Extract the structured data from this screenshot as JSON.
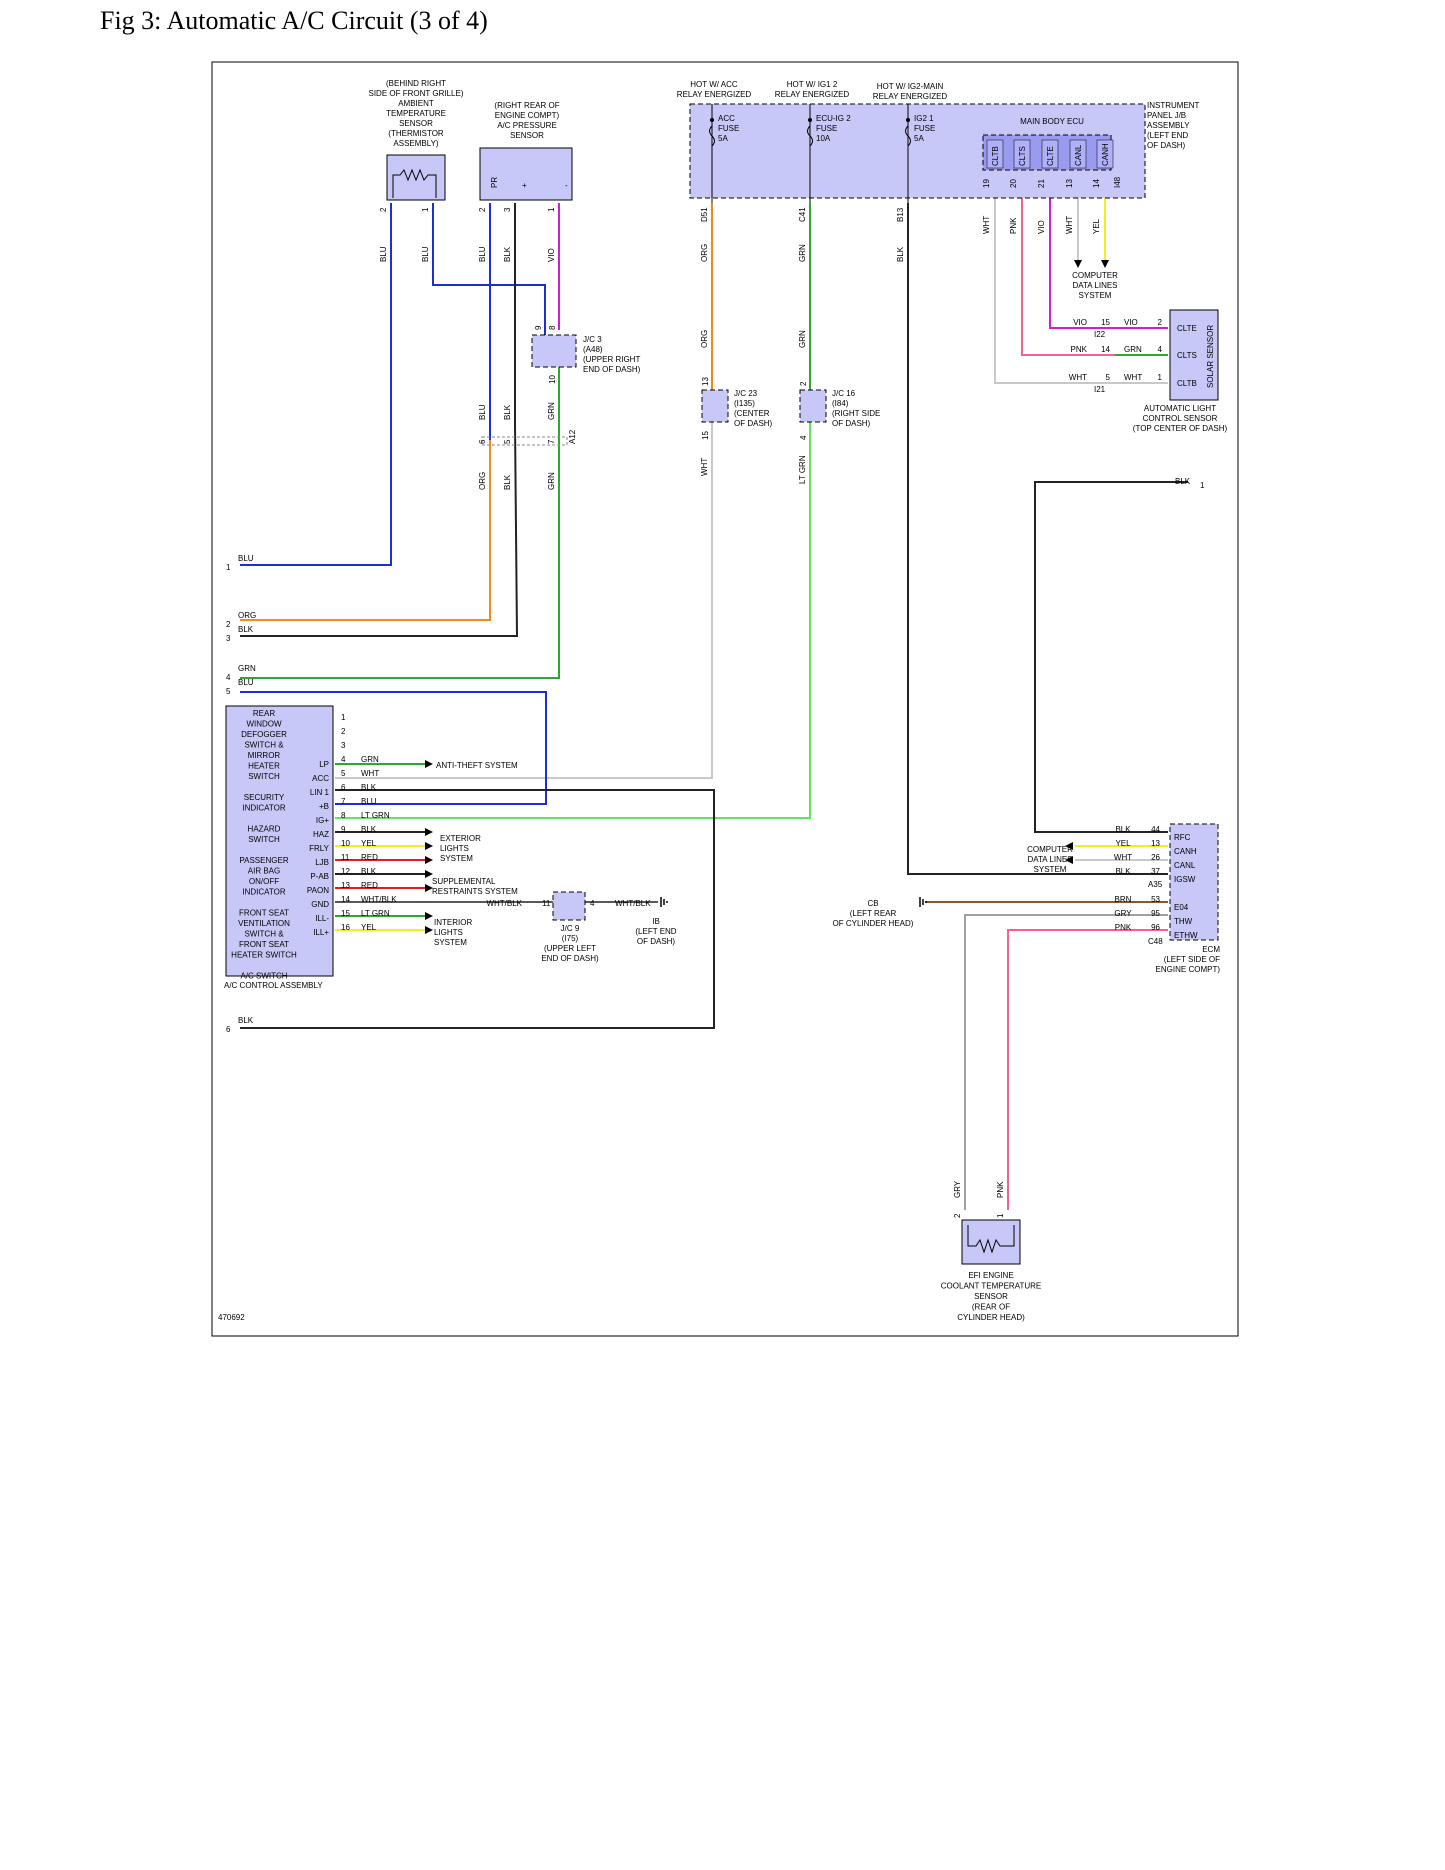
{
  "title": "Fig 3: Automatic A/C Circuit (3 of 4)",
  "figure_id": "470692",
  "colors": {
    "BLU": "#1c2fd4",
    "ORG": "#f08c1c",
    "BLK": "#222222",
    "GRN": "#2ea82e",
    "VIO": "#d21ed2",
    "WHT": "#c8c8c8",
    "PNK": "#f0648c",
    "YEL": "#f0f01e",
    "RED": "#e01e1e",
    "LTGRN": "#5ee65e",
    "BRN": "#8b5a1e",
    "GRY": "#a0a0a0",
    "component_fill": "#c8c8f8"
  },
  "components": {
    "ambient_sensor": [
      "(BEHIND RIGHT",
      "SIDE OF FRONT GRILLE)",
      "AMBIENT",
      "TEMPERATURE",
      "SENSOR",
      "(THERMISTOR",
      "ASSEMBLY)"
    ],
    "pressure_sensor": [
      "(RIGHT REAR OF",
      "ENGINE COMPT)",
      "A/C PRESSURE",
      "SENSOR"
    ],
    "pressure_pins": [
      "PR",
      "+",
      "-"
    ],
    "hot_acc": [
      "HOT W/ ACC",
      "RELAY ENERGIZED"
    ],
    "hot_ig1": [
      "HOT W/ IG1 2",
      "RELAY ENERGIZED"
    ],
    "hot_ig2": [
      "HOT W/ IG2-MAIN",
      "RELAY ENERGIZED"
    ],
    "fuse_acc": [
      "ACC",
      "FUSE",
      "5A"
    ],
    "fuse_ecu": [
      "ECU-IG 2",
      "FUSE",
      "10A"
    ],
    "fuse_ig2": [
      "IG2 1",
      "FUSE",
      "5A"
    ],
    "ipjb": [
      "INSTRUMENT",
      "PANEL J/B",
      "ASSEMBLY",
      "(LEFT END",
      "OF DASH)"
    ],
    "main_body_ecu": "MAIN BODY ECU",
    "ecu_pins": [
      "CLTB",
      "CLTS",
      "CLTE",
      "CANL",
      "CANH"
    ],
    "ecu_pin_nums": [
      "19",
      "20",
      "21",
      "13",
      "14"
    ],
    "ecu_conn": "I48",
    "ecu_wires": [
      "WHT",
      "PNK",
      "VIO",
      "WHT",
      "YEL"
    ],
    "cds_top": [
      "COMPUTER",
      "DATA LINES",
      "SYSTEM"
    ],
    "solar": {
      "pins": [
        "CLTE",
        "CLTS",
        "CLTB"
      ],
      "label": "SOLAR SENSOR",
      "title": [
        "AUTOMATIC LIGHT",
        "CONTROL SENSOR",
        "(TOP CENTER OF DASH)"
      ],
      "rows": [
        {
          "left": "VIO",
          "num": "15",
          "right": "VIO",
          "pin": "2",
          "conn": "I22"
        },
        {
          "left": "PNK",
          "num": "14",
          "right": "GRN",
          "pin": "4",
          "conn": ""
        },
        {
          "left": "WHT",
          "num": "5",
          "right": "WHT",
          "pin": "1",
          "conn": "I21"
        }
      ]
    },
    "jc3": [
      "J/C 3",
      "(A48)",
      "(UPPER RIGHT",
      "END OF DASH)"
    ],
    "jc3_pins": [
      "9",
      "8",
      "10"
    ],
    "jc23": [
      "J/C 23",
      "(I135)",
      "(CENTER",
      "OF DASH)"
    ],
    "jc23_pins": [
      "13",
      "15"
    ],
    "jc16": [
      "J/C 16",
      "(I84)",
      "(RIGHT SIDE",
      "OF DASH)"
    ],
    "jc16_pins": [
      "2",
      "4"
    ],
    "jc9": [
      "J/C 9",
      "(I75)",
      "(UPPER LEFT",
      "END OF DASH)"
    ],
    "jc9_pins": [
      "11",
      "4"
    ],
    "a12": "A12",
    "ac_ctrl": {
      "labels": [
        "REAR",
        "WINDOW",
        "DEFOGGER",
        "SWITCH &",
        "MIRROR",
        "HEATER",
        "SWITCH",
        "",
        "SECURITY",
        "INDICATOR",
        "",
        "HAZARD",
        "SWITCH",
        "",
        "PASSENGER",
        "AIR BAG",
        "ON/OFF",
        "INDICATOR",
        "",
        "FRONT SEAT",
        "VENTILATION",
        "SWITCH &",
        "FRONT SEAT",
        "HEATER SWITCH",
        "",
        "A/C SWITCH"
      ],
      "name": "A/C CONTROL ASSEMBLY",
      "pins": [
        {
          "n": "1",
          "sig": "",
          "wire": ""
        },
        {
          "n": "2",
          "sig": "",
          "wire": ""
        },
        {
          "n": "3",
          "sig": "",
          "wire": ""
        },
        {
          "n": "4",
          "sig": "LP",
          "wire": "GRN"
        },
        {
          "n": "5",
          "sig": "ACC",
          "wire": "WHT"
        },
        {
          "n": "6",
          "sig": "LIN 1",
          "wire": "BLK"
        },
        {
          "n": "7",
          "sig": "+B",
          "wire": "BLU"
        },
        {
          "n": "8",
          "sig": "IG+",
          "wire": "LT GRN"
        },
        {
          "n": "9",
          "sig": "HAZ",
          "wire": "BLK"
        },
        {
          "n": "10",
          "sig": "FRLY",
          "wire": "YEL"
        },
        {
          "n": "11",
          "sig": "LJB",
          "wire": "RED"
        },
        {
          "n": "12",
          "sig": "P-AB",
          "wire": "BLK"
        },
        {
          "n": "13",
          "sig": "PAON",
          "wire": "RED"
        },
        {
          "n": "14",
          "sig": "GND",
          "wire": "WHT/BLK"
        },
        {
          "n": "15",
          "sig": "ILL-",
          "wire": "LT GRN"
        },
        {
          "n": "16",
          "sig": "ILL+",
          "wire": "YEL"
        }
      ]
    },
    "anti_theft": "ANTI-THEFT SYSTEM",
    "ext_lights": [
      "EXTERIOR",
      "LIGHTS",
      "SYSTEM"
    ],
    "srs": [
      "SUPPLEMENTAL",
      "RESTRAINTS SYSTEM"
    ],
    "int_lights": [
      "INTERIOR",
      "LIGHTS",
      "SYSTEM"
    ],
    "wht_blk": "WHT/BLK",
    "ib": [
      "IB",
      "(LEFT END",
      "OF DASH)"
    ],
    "cb": [
      "CB",
      "(LEFT REAR",
      "OF CYLINDER HEAD)"
    ],
    "ecm": {
      "pins": [
        "RFC",
        "CANH",
        "CANL",
        "IGSW",
        "E04",
        "THW",
        "ETHW"
      ],
      "rows": [
        {
          "wire": "BLK",
          "num": "44"
        },
        {
          "wire": "YEL",
          "num": "13"
        },
        {
          "wire": "WHT",
          "num": "26"
        },
        {
          "wire": "BLK",
          "num": "37"
        },
        {
          "wire": "BRN",
          "num": "53"
        },
        {
          "wire": "GRY",
          "num": "95"
        },
        {
          "wire": "PNK",
          "num": "96"
        }
      ],
      "conn1": "A35",
      "conn2": "C48",
      "name": [
        "ECM",
        "(LEFT SIDE OF",
        "ENGINE COMPT)"
      ]
    },
    "cds_ecm": [
      "COMPUTER",
      "DATA LINES",
      "SYSTEM"
    ],
    "efi": [
      "EFI ENGINE",
      "COOLANT TEMPERATURE",
      "SENSOR",
      "(REAR OF",
      "CYLINDER HEAD)"
    ]
  },
  "left_terminals": [
    {
      "n": "1",
      "wire": "BLU"
    },
    {
      "n": "2",
      "wire": "ORG"
    },
    {
      "n": "3",
      "wire": "BLK"
    },
    {
      "n": "4",
      "wire": "GRN"
    },
    {
      "n": "5",
      "wire": "BLU"
    },
    {
      "n": "6",
      "wire": "BLK"
    }
  ],
  "right_terminal": {
    "n": "1",
    "wire": "BLK"
  },
  "vertical_labels": {
    "amb_pins": [
      "2",
      "1"
    ],
    "amb_wires": [
      "BLU",
      "BLU"
    ],
    "pres_pins": [
      "2",
      "3",
      "1"
    ],
    "pres_wires": [
      "BLU",
      "BLK",
      "VIO"
    ],
    "below_jc3": [
      "BLU",
      "BLK",
      "GRN"
    ],
    "a12_pins": [
      "6",
      "5",
      "7"
    ],
    "below_a12": [
      "ORG",
      "BLK",
      "GRN"
    ],
    "fuse_conns": [
      "D51",
      "C41",
      "B13"
    ],
    "fuse_wires": [
      "ORG",
      "GRN",
      "BLK"
    ],
    "fuse_wires2": [
      "ORG",
      "GRN"
    ],
    "jc_out": [
      "WHT",
      "LT GRN"
    ],
    "efi_wires": [
      "GRY",
      "PNK"
    ],
    "efi_pins": [
      "2",
      "1"
    ]
  }
}
